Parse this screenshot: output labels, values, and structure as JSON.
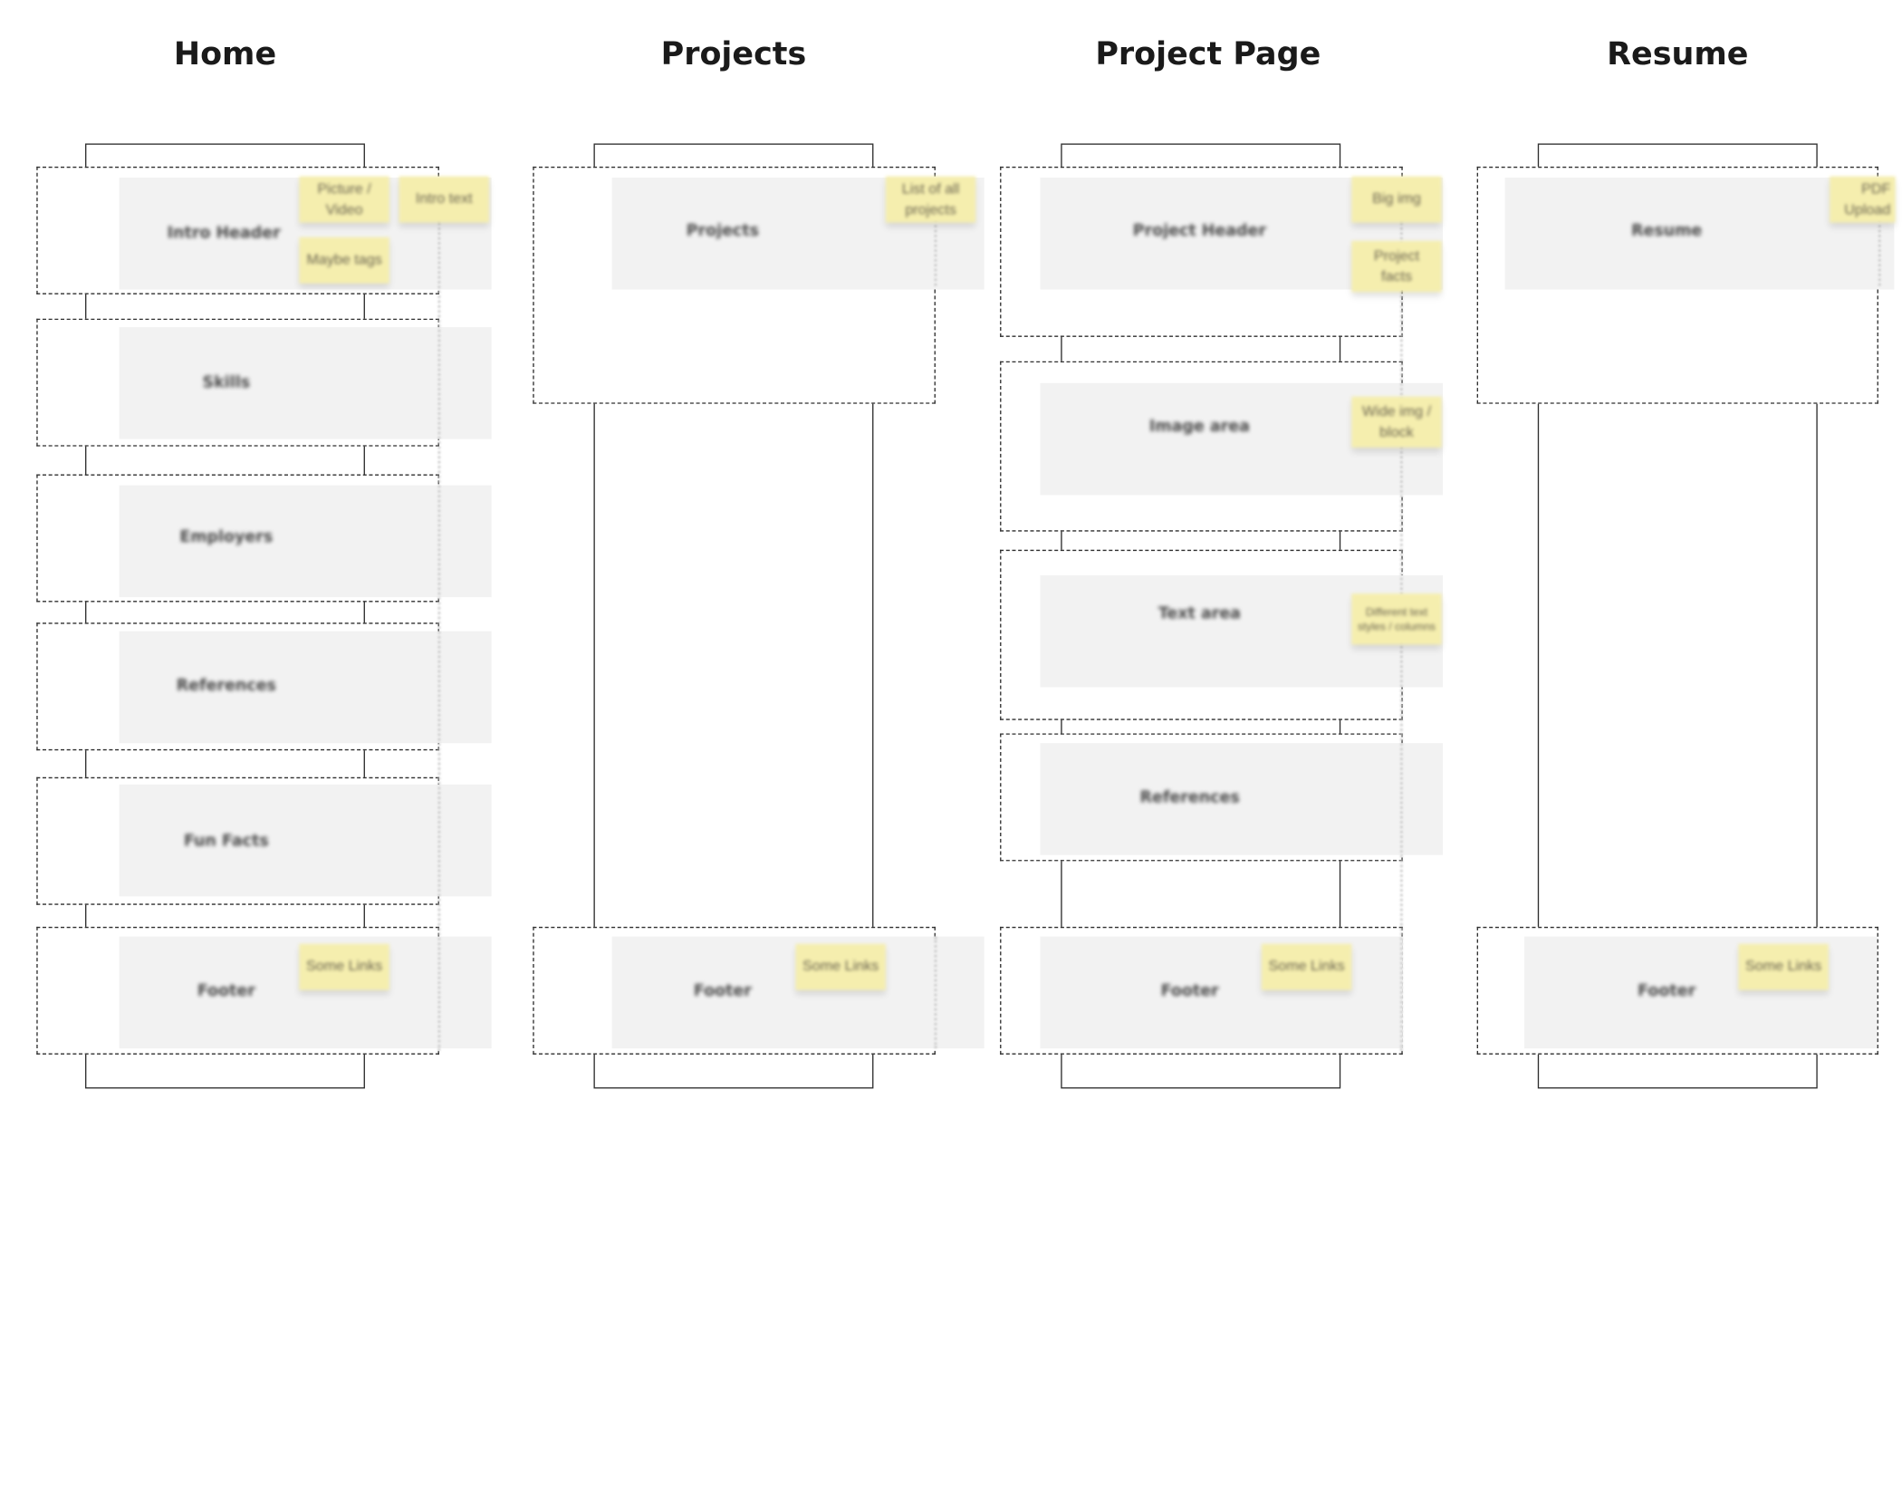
{
  "columns": {
    "home": {
      "title": "Home",
      "blocks": {
        "intro_header": "Intro Header",
        "skills": "Skills",
        "employers": "Employers",
        "references": "References",
        "fun_facts": "Fun Facts",
        "footer": "Footer"
      },
      "notes": {
        "picture_video": "Picture / Video",
        "intro_text": "Intro text",
        "maybe_tags": "Maybe tags",
        "some_links": "Some Links"
      }
    },
    "projects": {
      "title": "Projects",
      "blocks": {
        "projects": "Projects",
        "footer": "Footer"
      },
      "notes": {
        "list_all": "List of all projects",
        "some_links": "Some Links"
      }
    },
    "project_page": {
      "title": "Project Page",
      "blocks": {
        "project_header": "Project Header",
        "image_area": "Image area",
        "text_area": "Text area",
        "references": "References",
        "footer": "Footer"
      },
      "notes": {
        "big_img": "Big img",
        "project_facts": "Project facts",
        "wide_img": "Wide img / block",
        "text_styles": "Different text styles / columns",
        "some_links": "Some Links"
      }
    },
    "resume": {
      "title": "Resume",
      "blocks": {
        "resume": "Resume",
        "footer": "Footer"
      },
      "notes": {
        "pdf_upload": "PDF Upload",
        "some_links": "Some Links"
      }
    }
  },
  "colors": {
    "sticky_note": "#f5eeae",
    "block_fill": "#f2f2f2",
    "outline": "#2e2e2e"
  }
}
